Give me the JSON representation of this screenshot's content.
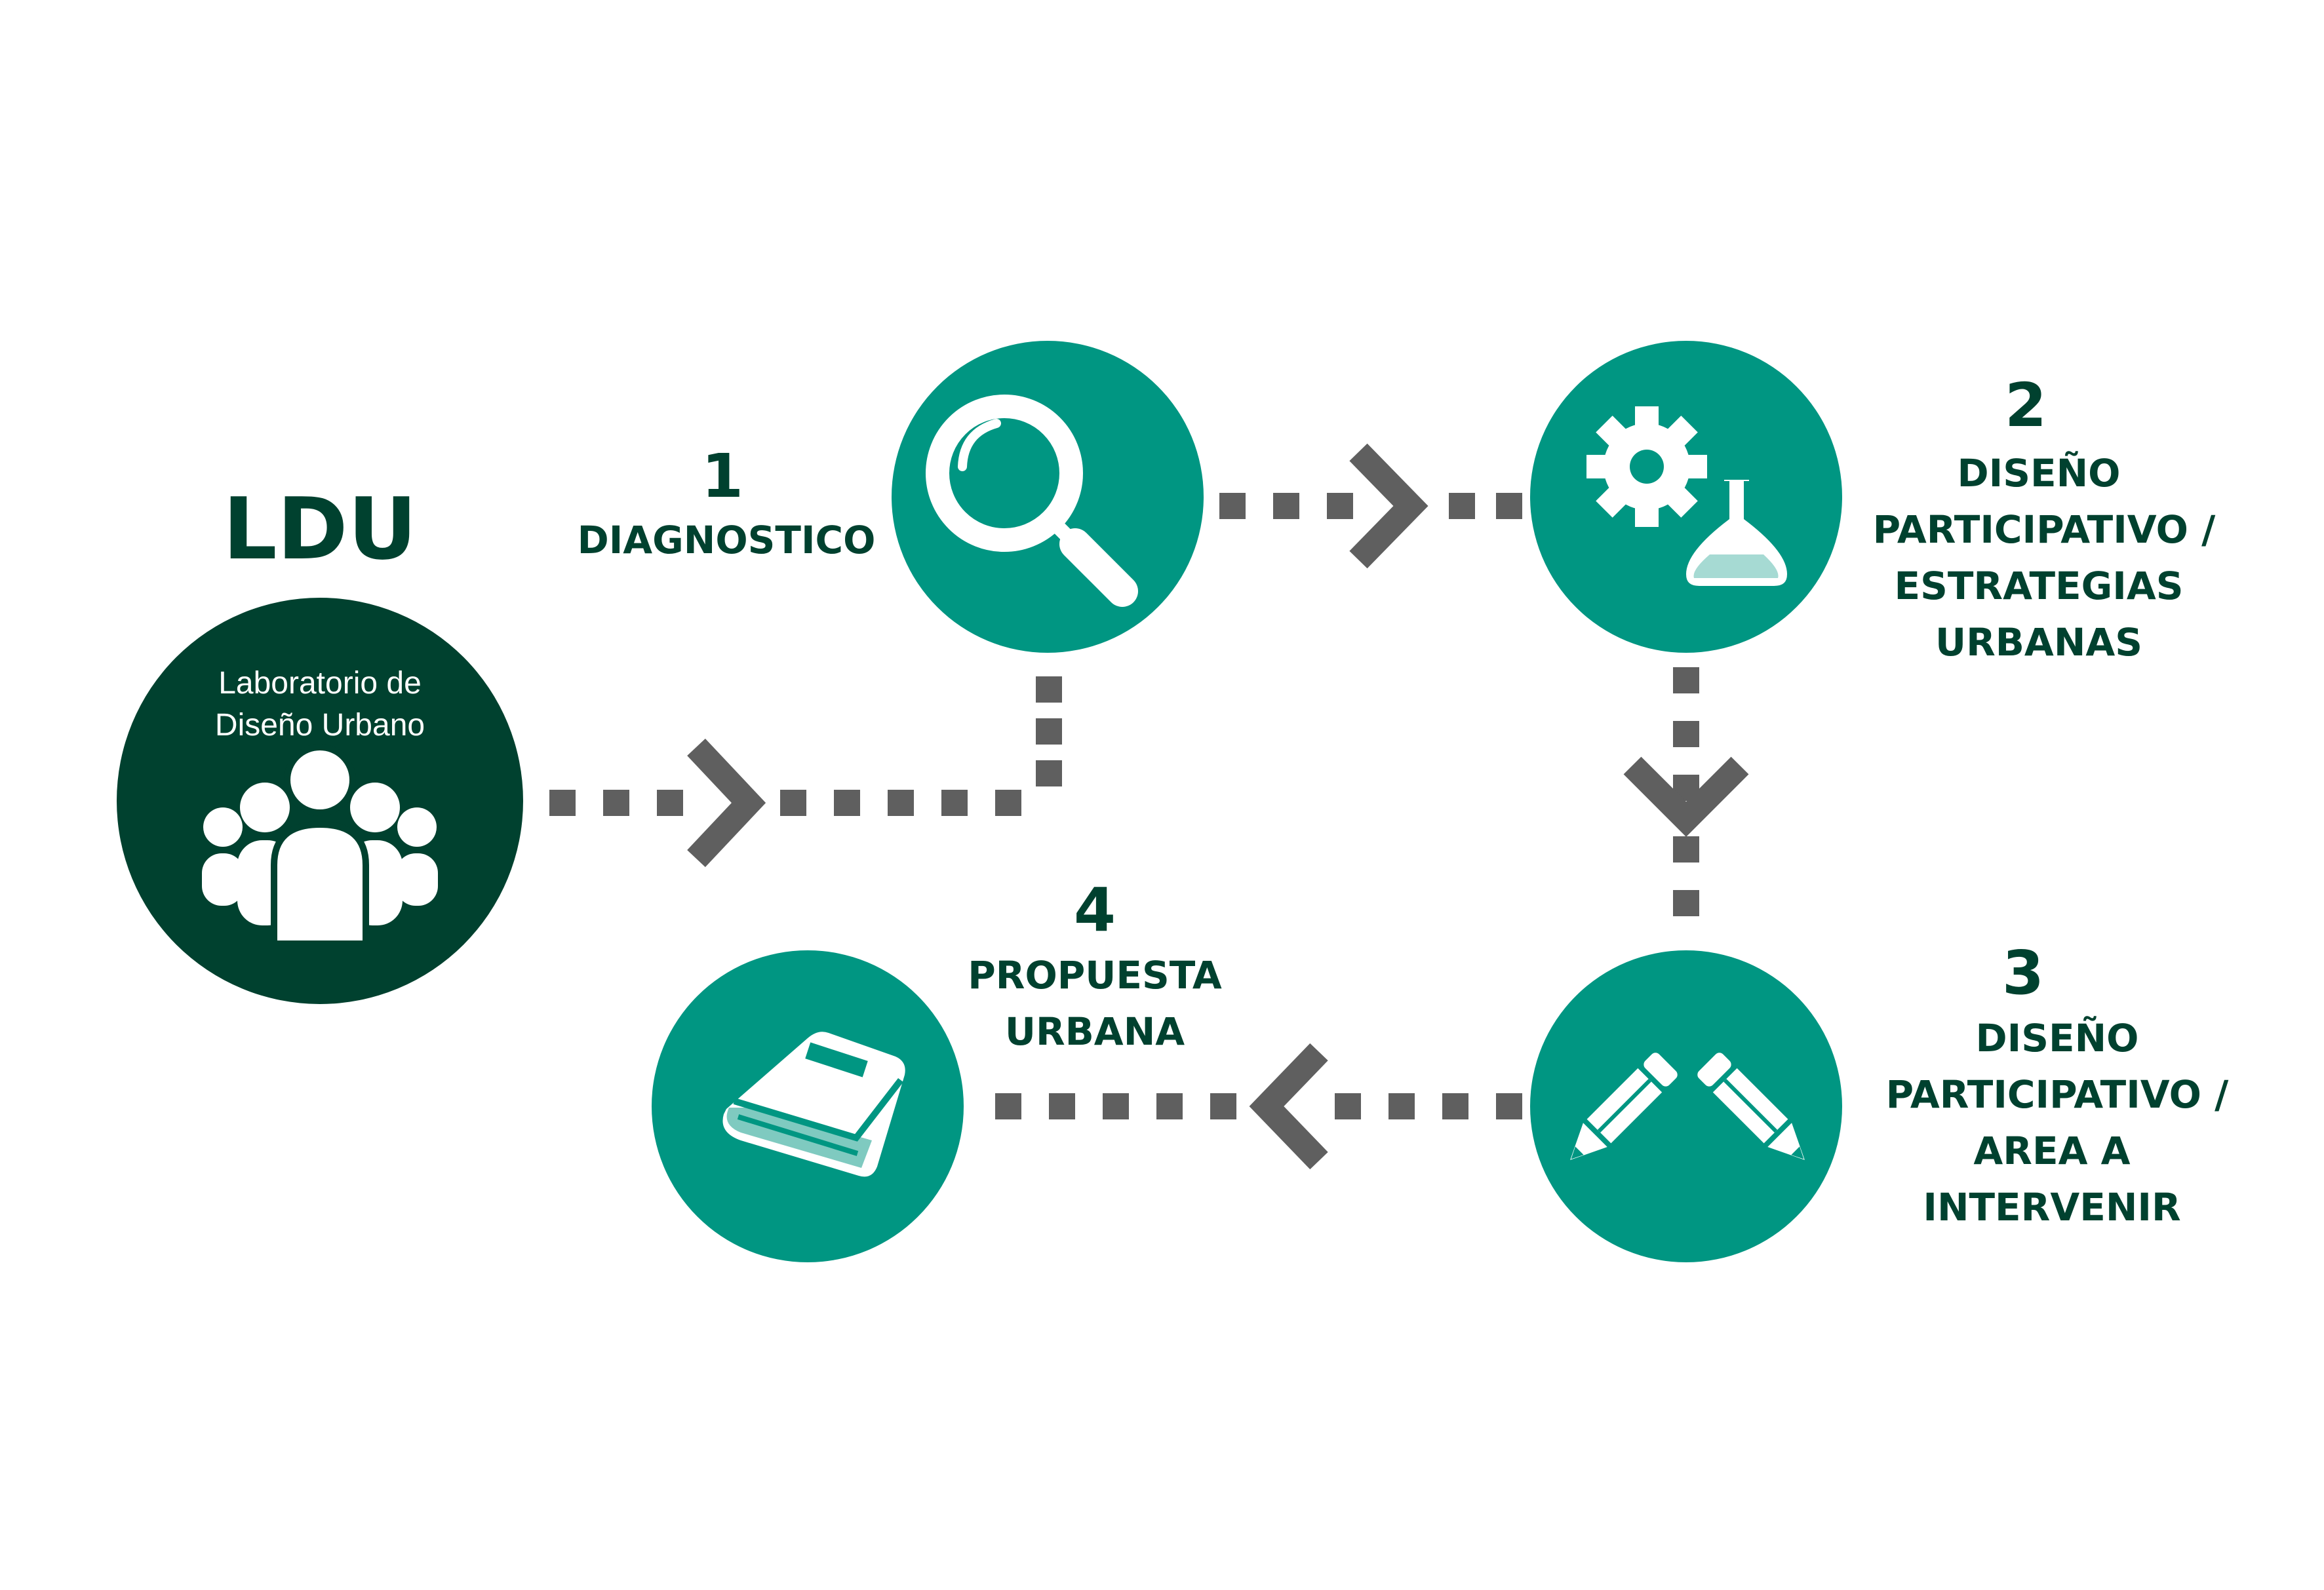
{
  "colors": {
    "background": "#ffffff",
    "primary_teal": "#009682",
    "dark_green": "#00412F",
    "connector_gray": "#5f5f5f",
    "icon_white": "#ffffff"
  },
  "ldu": {
    "title": "LDU",
    "subtitle_line1": "Laboratorio de",
    "subtitle_line2": "Diseño Urbano",
    "icon": "people-group-icon"
  },
  "steps": [
    {
      "number": "1",
      "lines": [
        "DIAGNOSTICO"
      ],
      "icon": "magnifying-glass-icon"
    },
    {
      "number": "2",
      "lines": [
        "DISEÑO",
        "PARTICIPATIVO /",
        "ESTRATEGIAS",
        "URBANAS"
      ],
      "icon": "gear-flask-icon"
    },
    {
      "number": "3",
      "lines": [
        "DISEÑO",
        "PARTICIPATIVO /",
        "AREA A",
        "INTERVENIR"
      ],
      "icon": "pencils-icon"
    },
    {
      "number": "4",
      "lines": [
        "PROPUESTA",
        "URBANA"
      ],
      "icon": "book-icon"
    }
  ],
  "connectors": [
    {
      "from": "ldu",
      "to": "1"
    },
    {
      "from": "1",
      "to": "2"
    },
    {
      "from": "2",
      "to": "3"
    },
    {
      "from": "3",
      "to": "4"
    }
  ]
}
